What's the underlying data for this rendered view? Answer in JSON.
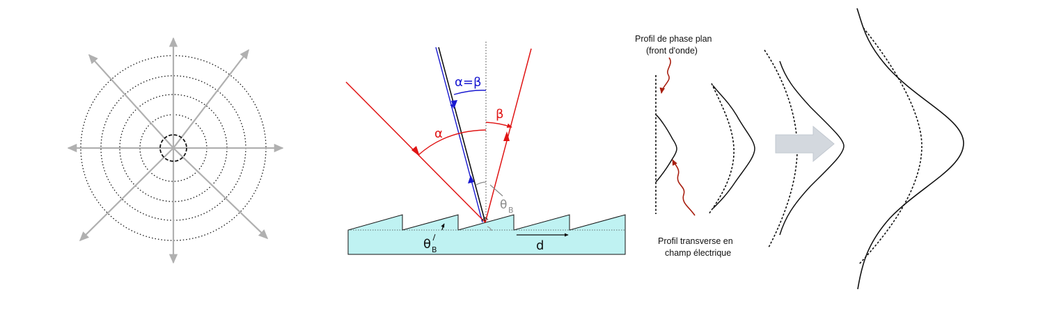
{
  "colors": {
    "ray_red": "#e01414",
    "ray_blue": "#1818d0",
    "grey": "#b0b0b0",
    "theta_grey": "#8a8a8a",
    "crystal_fill": "#bff2f2",
    "wiggle_red": "#a81f10",
    "arrow_fill": "#d3d8de"
  },
  "grating": {
    "alpha_label": "α",
    "beta_label": "β",
    "alpha_eq_beta_label": "α=β",
    "theta_label": "θ",
    "theta_sub": "B",
    "period_label": "d"
  },
  "wavefront": {
    "top_note_line1": "Profil de phase plan",
    "top_note_line2": "(front d'onde)",
    "bottom_note_line1": "Profil transverse en",
    "bottom_note_line2": "champ électrique"
  }
}
